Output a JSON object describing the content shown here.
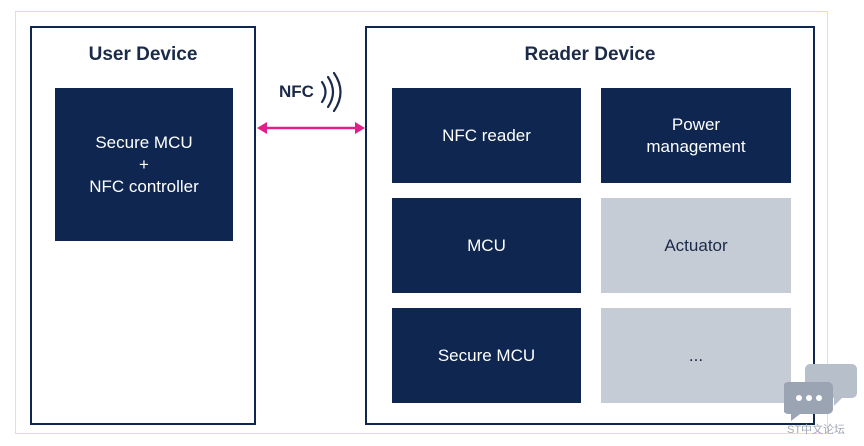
{
  "user_device": {
    "title": "User Device",
    "block": {
      "line1": "Secure MCU",
      "line2": "+",
      "line3": "NFC controller"
    }
  },
  "link": {
    "label": "NFC"
  },
  "reader_device": {
    "title": "Reader Device",
    "blocks": [
      {
        "label": "NFC reader"
      },
      {
        "line1": "Power",
        "line2": "management"
      },
      {
        "label": "MCU"
      },
      {
        "label": "Actuator"
      },
      {
        "label": "Secure MCU"
      },
      {
        "label": "..."
      }
    ]
  },
  "watermark": {
    "text": "ST中文论坛"
  },
  "colors": {
    "block_dark": "#0e2650",
    "block_light": "#c5ccd6",
    "arrow": "#e0208a"
  }
}
